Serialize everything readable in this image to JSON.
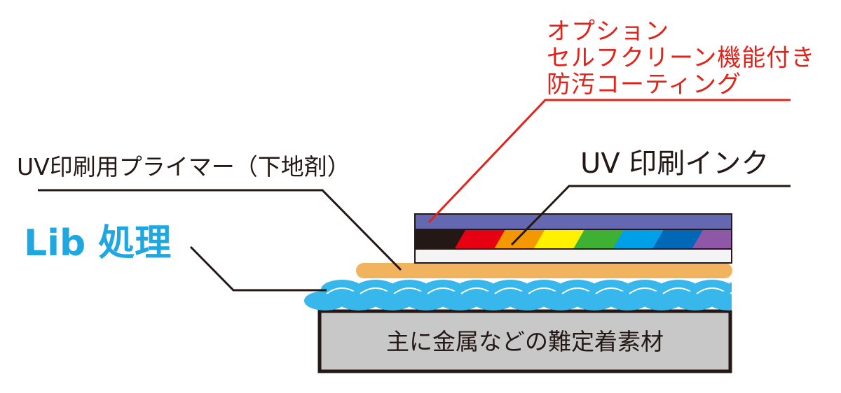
{
  "option_note": {
    "line1": "オプション",
    "line2": "セルフクリーン機能付き",
    "line3": "防汚コーティング",
    "color": "#e2231a"
  },
  "labels": {
    "primer": "UV印刷用プライマー（下地剤）",
    "ink": "UV 印刷インク",
    "lib": "Lib 処理",
    "substrate": "主に金属などの難定着素材"
  },
  "colors": {
    "coating": "#6468b0",
    "white_layer": "#f4f4f4",
    "primer": "#f2b35e",
    "lib": "#37b7eb",
    "substrate": "#c8c8c8",
    "leader_black": "#231815",
    "leader_red": "#e2231a",
    "lib_text": "#1ea7e1"
  },
  "ink_colors": [
    "#231815",
    "#e60012",
    "#f39800",
    "#fff100",
    "#3eb135",
    "#00a0e9",
    "#0068b7",
    "#8f57a7"
  ]
}
